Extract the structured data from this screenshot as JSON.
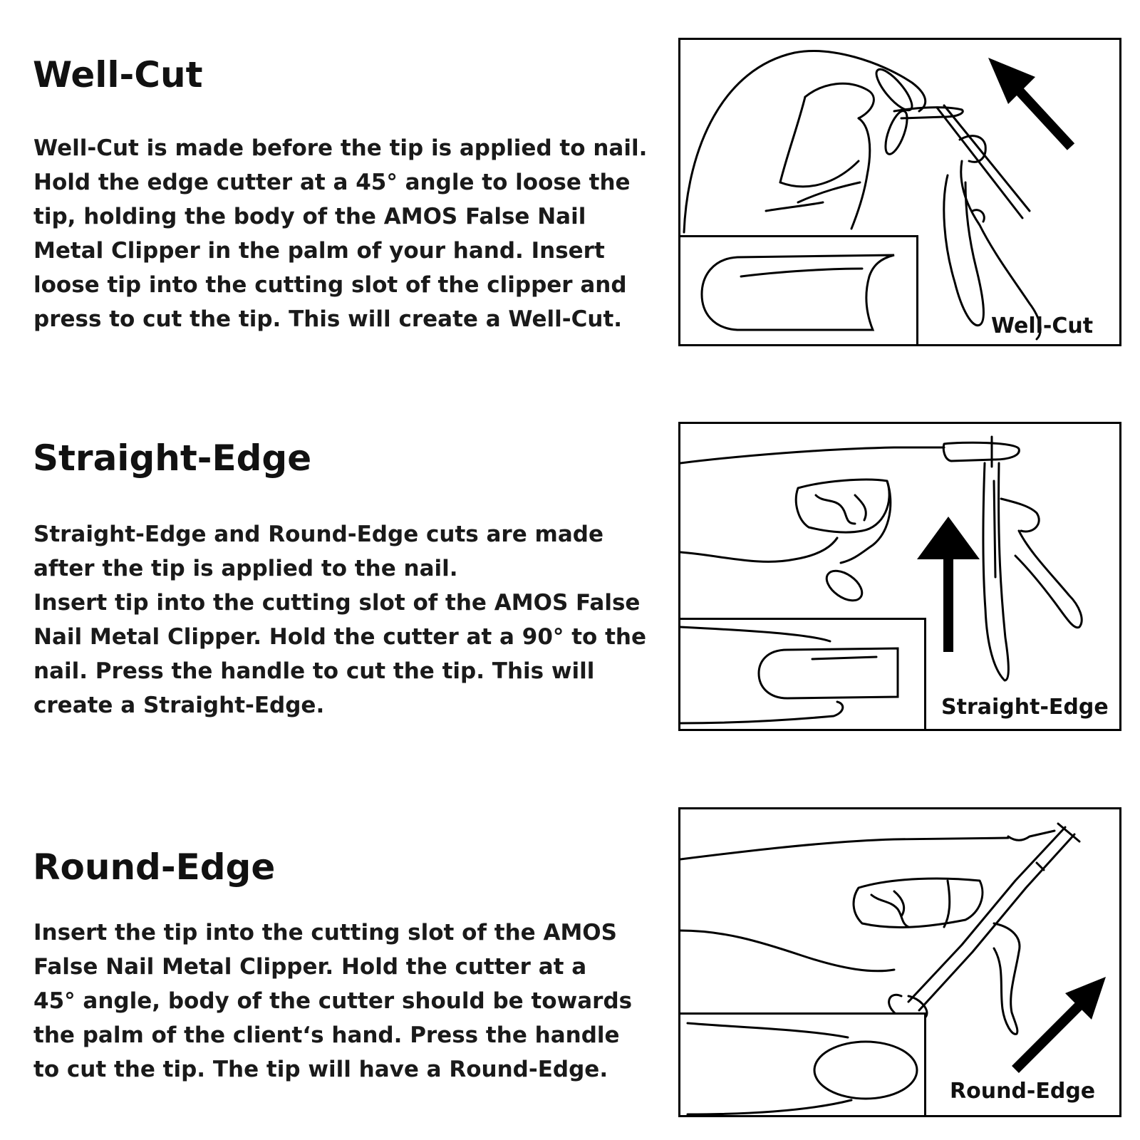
{
  "sections": [
    {
      "title": "Well-Cut",
      "body": [
        "Well-Cut is made before the tip is applied to nail.",
        "Hold the edge cutter at a 45° angle to loose the",
        "tip, holding the body of the AMOS False Nail",
        "Metal Clipper in the palm of your hand. Insert",
        "loose tip into the cutting slot of the clipper and",
        "press to cut the tip. This will create a Well-Cut."
      ],
      "caption": "Well-Cut"
    },
    {
      "title": "Straight-Edge",
      "body": [
        "Straight-Edge and Round-Edge cuts are made",
        "after the tip is applied to the nail.",
        "Insert tip into the cutting slot of the AMOS False",
        "Nail Metal Clipper. Hold the cutter at a 90° to the",
        "nail. Press the handle to cut the tip. This will",
        "create a Straight-Edge."
      ],
      "caption": "Straight-Edge"
    },
    {
      "title": "Round-Edge",
      "body": [
        "Insert the tip into the cutting slot of the AMOS",
        "False Nail Metal Clipper. Hold the cutter at a",
        "45° angle, body of the cutter should be towards",
        "the palm of the client‘s hand. Press the handle",
        "to cut the tip. The tip will have a Round-Edge."
      ],
      "caption": "Round-Edge"
    }
  ],
  "icons": {
    "arrow_1": "arrow-up-left-icon",
    "arrow_2": "arrow-up-icon",
    "arrow_3": "arrow-up-right-icon"
  }
}
